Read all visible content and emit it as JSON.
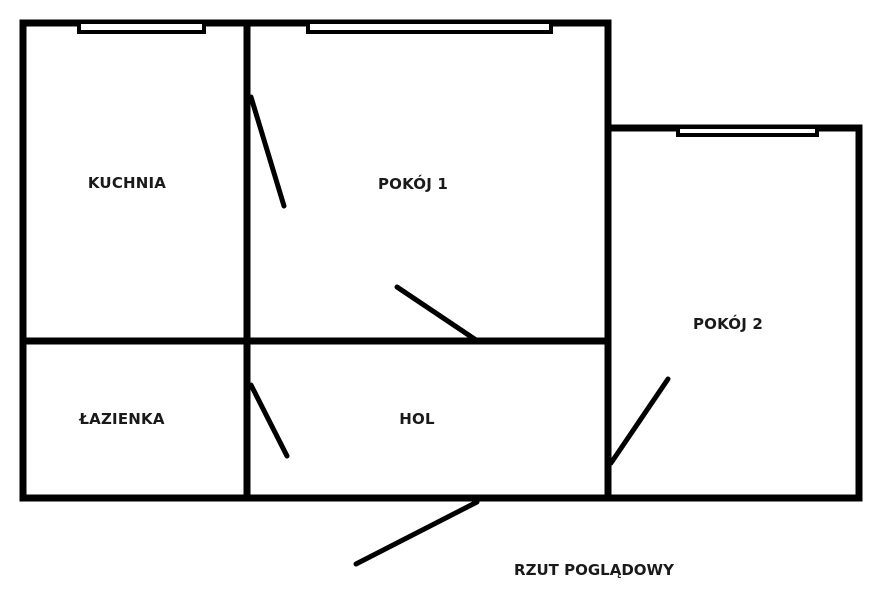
{
  "plan": {
    "caption": "RZUT POGLĄDOWY",
    "wall_color": "#000000",
    "background": "#ffffff",
    "rooms": [
      {
        "id": "kuchnia",
        "label": "KUCHNIA"
      },
      {
        "id": "pokoj-1",
        "label": "POKÓJ 1"
      },
      {
        "id": "pokoj-2",
        "label": "POKÓJ 2"
      },
      {
        "id": "lazienka",
        "label": "ŁAZIENKA"
      },
      {
        "id": "hol",
        "label": "HOL"
      }
    ]
  }
}
